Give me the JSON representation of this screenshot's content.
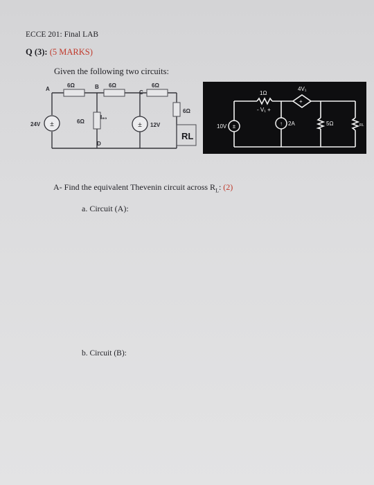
{
  "header": {
    "course": "ECCE 201: Final LAB",
    "question": "Q (3):",
    "marks": "(5 MARKS)"
  },
  "intro": "Given the following two circuits:",
  "circuit_a": {
    "node_labels": [
      "A",
      "B",
      "C",
      "D"
    ],
    "resistor_labels": [
      "6Ω",
      "6Ω",
      "6Ω",
      "6Ω",
      "6Ω"
    ],
    "source_24v": "24V",
    "source_12v": "12V",
    "current_label": "I₆₀",
    "load_label": "RL"
  },
  "circuit_b": {
    "resistor_1": "1Ω",
    "vx_label": "- V₁ +",
    "dep_source": "4V₁",
    "source_10v": "10V",
    "source_2a": "2A",
    "resistor_5": "5Ω",
    "load_label": "RL"
  },
  "part_a": {
    "text": "A- Find the equivalent Thevenin circuit across R",
    "sub": "L",
    "tail": ":",
    "marks": "(2)"
  },
  "sub_a": "a. Circuit (A):",
  "sub_b": "b. Circuit (B):"
}
